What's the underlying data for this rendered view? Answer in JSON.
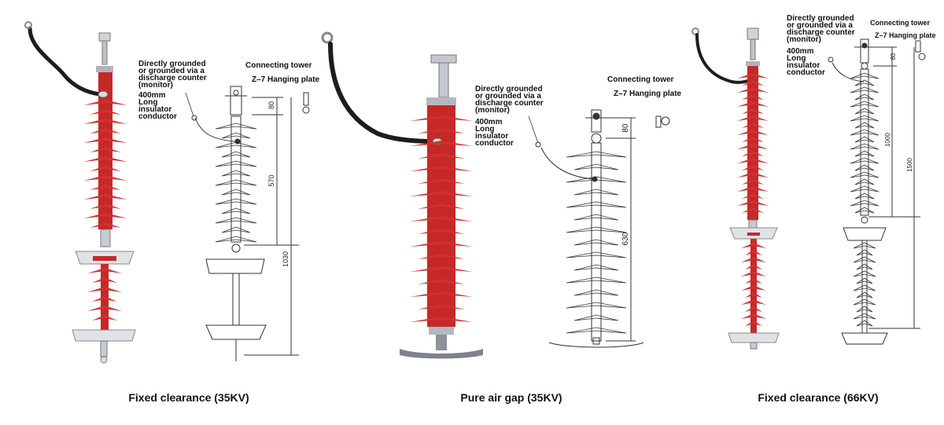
{
  "colors": {
    "insulator_red": "#c62828",
    "shed_red": "#d32f2f",
    "cable": "#1d1d1d",
    "metal": "#c9cdd3",
    "line": "#333333"
  },
  "panels": [
    {
      "caption": "Fixed clearance (35KV)",
      "label_grounded": [
        "Directly grounded",
        "or grounded via a",
        "discharge counter",
        "(monitor)"
      ],
      "label_conductor": [
        "400mm",
        "Long",
        "insulator",
        "conductor"
      ],
      "label_tower": "Connecting tower",
      "label_plate": "Z–7 Hanging plate",
      "dims": [
        "80",
        "570",
        "1030"
      ]
    },
    {
      "caption": "Pure air gap (35KV)",
      "label_grounded": [
        "Directly grounded",
        "or grounded via a",
        "discharge counter",
        "(monitor)"
      ],
      "label_conductor": [
        "400mm",
        "Long",
        "insulator",
        "conductor"
      ],
      "label_tower": "Connecting tower",
      "label_plate": "Z–7 Hanging plate",
      "dims": [
        "80",
        "630"
      ]
    },
    {
      "caption": "Fixed clearance (66KV)",
      "label_grounded": [
        "Directly grounded",
        "or grounded via a",
        "discharge counter",
        "(monitor)"
      ],
      "label_conductor": [
        "400mm",
        "Long",
        "insulator",
        "conductor"
      ],
      "label_tower": "Connecting tower",
      "label_plate": "Z–7 Hanging plate",
      "dims": [
        "80",
        "1000",
        "1500"
      ]
    }
  ]
}
